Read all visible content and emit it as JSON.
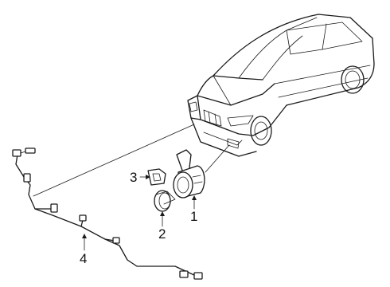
{
  "callouts": [
    {
      "id": "1",
      "text": "1"
    },
    {
      "id": "2",
      "text": "2"
    },
    {
      "id": "3",
      "text": "3"
    },
    {
      "id": "4",
      "text": "4"
    }
  ],
  "parts": {
    "1": "parking-sensor",
    "2": "sensor-retainer-ring",
    "3": "sensor-bracket",
    "4": "sensor-wiring-harness"
  }
}
